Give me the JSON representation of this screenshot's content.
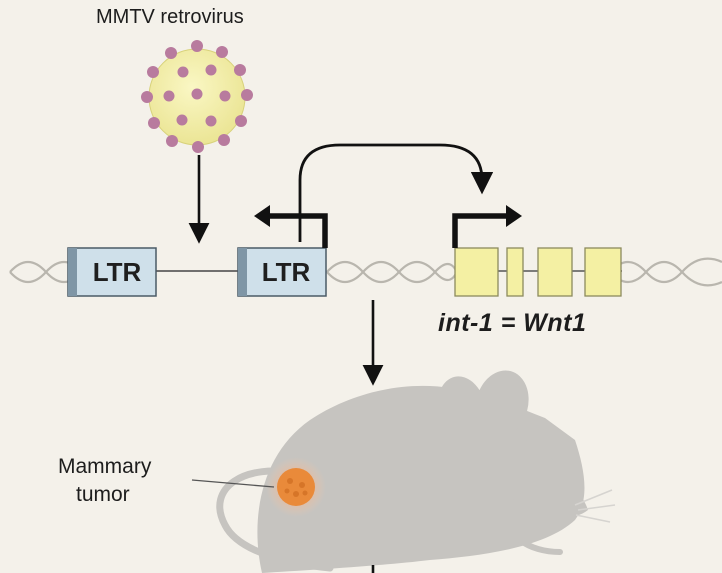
{
  "virus": {
    "label": "MMTV retrovirus"
  },
  "ltr_left": {
    "label": "LTR"
  },
  "ltr_right": {
    "label": "LTR"
  },
  "gene": {
    "label": "int-1 = Wnt1"
  },
  "tumor": {
    "line1": "Mammary",
    "line2": "tumor"
  },
  "colors": {
    "background": "#f4f1ea",
    "virus_fill": "#f0eca0",
    "virus_spikes": "#b87b9e",
    "ltr_fill": "#cfe0ea",
    "exon_fill": "#f4f0a3",
    "mouse_fill": "#c6c4c0",
    "tumor_fill": "#e98a3a",
    "arrow": "#111111"
  }
}
